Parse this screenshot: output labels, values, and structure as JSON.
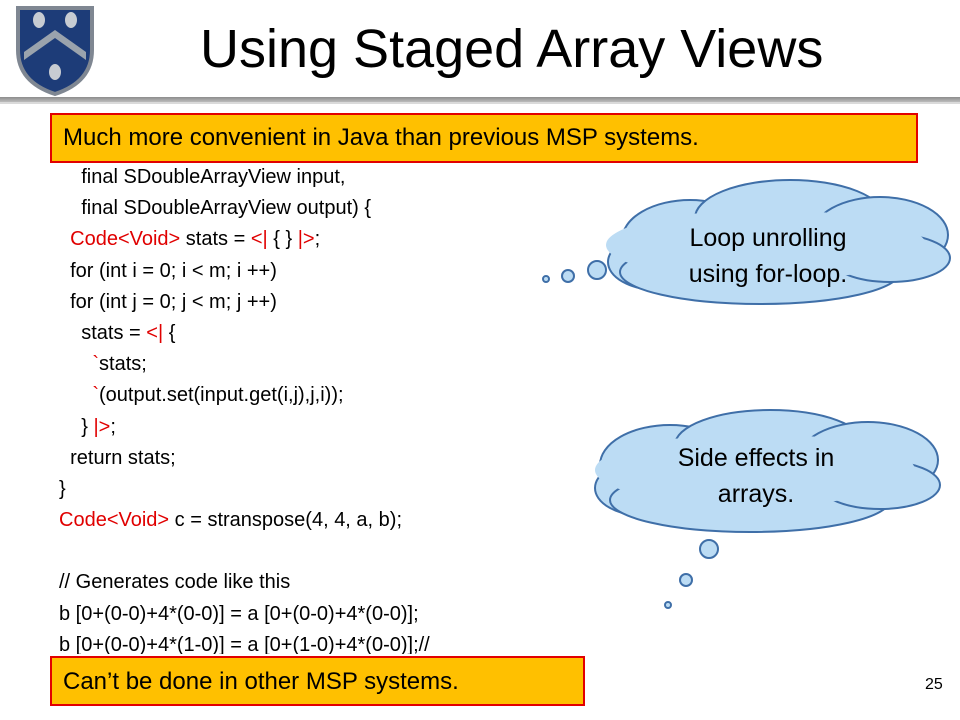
{
  "slide": {
    "title": "Using Staged Array Views",
    "callouts": {
      "top": "Much more convenient in Java than previous MSP systems.",
      "bottom": "Can’t be done in other MSP systems."
    },
    "code_lines": [
      [
        {
          "t": "    final SDoubleArrayView input,"
        }
      ],
      [
        {
          "t": "    final SDoubleArrayView output) {"
        }
      ],
      [
        {
          "t": "  "
        },
        {
          "t": "Code",
          "c": "red"
        },
        {
          "t": "<Void>",
          "c": "red"
        },
        {
          "t": " stats = "
        },
        {
          "t": "<|",
          "c": "red"
        },
        {
          "t": " { } "
        },
        {
          "t": "|>",
          "c": "red"
        },
        {
          "t": ";"
        }
      ],
      [
        {
          "t": "  for (int i = 0; i < m; i ++)"
        }
      ],
      [
        {
          "t": "  for (int j = 0; j < m; j ++)"
        }
      ],
      [
        {
          "t": "    stats = "
        },
        {
          "t": "<|",
          "c": "red"
        },
        {
          "t": " {"
        }
      ],
      [
        {
          "t": "      "
        },
        {
          "t": "`",
          "c": "red"
        },
        {
          "t": "stats;"
        }
      ],
      [
        {
          "t": "      "
        },
        {
          "t": "`",
          "c": "red"
        },
        {
          "t": "(output.set(input.get(i,j),j,i));"
        }
      ],
      [
        {
          "t": "    } "
        },
        {
          "t": "|>",
          "c": "red"
        },
        {
          "t": ";"
        }
      ],
      [
        {
          "t": "  return stats;"
        }
      ],
      [
        {
          "t": "}"
        }
      ],
      [
        {
          "t": "Code",
          "c": "red"
        },
        {
          "t": "<Void>",
          "c": "red"
        },
        {
          "t": " c = stranspose(4, 4, a, b);"
        }
      ],
      [
        {
          "t": ""
        }
      ],
      [
        {
          "t": "// Generates code like this"
        }
      ],
      [
        {
          "t": "b [0+(0-0)+4*(0-0)] = a [0+(0-0)+4*(0-0)];"
        }
      ],
      [
        {
          "t": "b [0+(0-0)+4*(1-0)] = a [0+(1-0)+4*(0-0)];//"
        }
      ]
    ],
    "clouds": [
      {
        "lines": [
          "Loop unrolling",
          "using for-loop."
        ]
      },
      {
        "lines": [
          "Side effects in",
          "arrays."
        ]
      }
    ],
    "page_number": "25"
  },
  "colors": {
    "callout_fill": "#ffc000",
    "callout_border": "#e20000",
    "code_highlight": "#e00000",
    "cloud_fill": "#bcdcf4",
    "cloud_stroke": "#3f6fa8"
  },
  "icons": {
    "logo": "rice-university-shield-icon"
  }
}
